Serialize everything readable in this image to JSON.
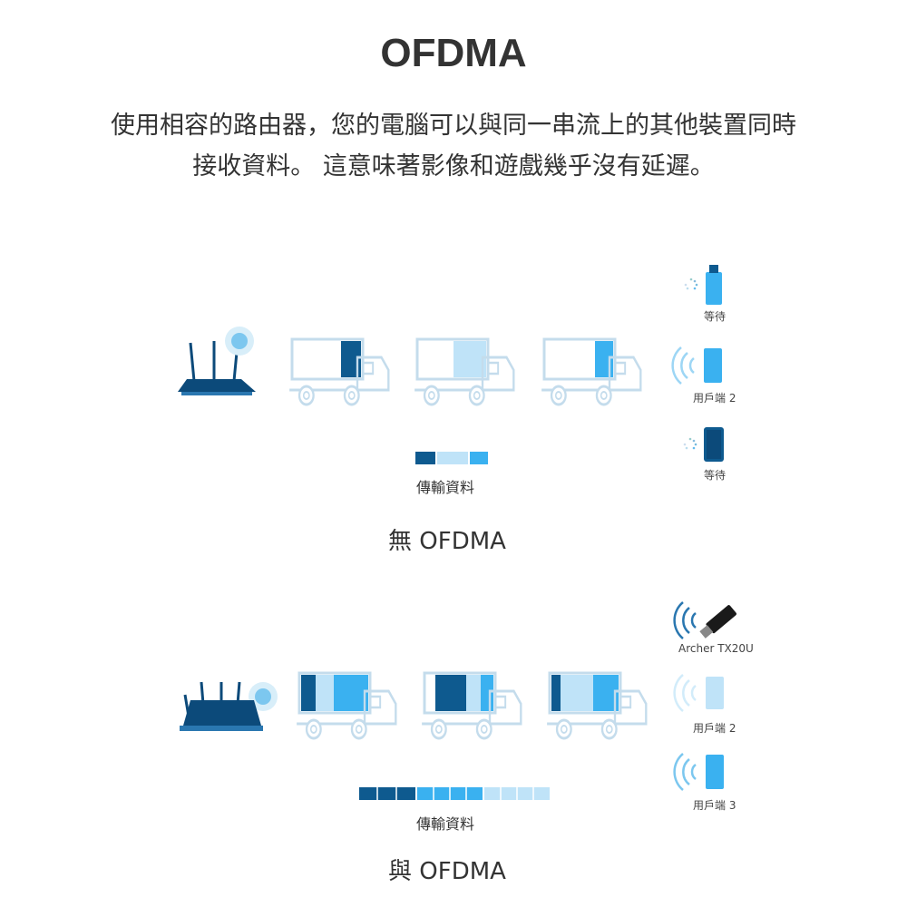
{
  "header": {
    "title": "OFDMA",
    "intro_line1": "使用相容的路由器，您的電腦可以與同一串流上的其他裝置同時",
    "intro_line2": "接收資料。 這意味著影像和遊戲幾乎沒有延遲。"
  },
  "without_ofdma": {
    "caption": "無 OFDMA",
    "data_label": "傳輸資料",
    "clients": [
      {
        "label": "等待",
        "state": "waiting"
      },
      {
        "label": "用戶端 2",
        "state": "receiving"
      },
      {
        "label": "等待",
        "state": "waiting"
      }
    ]
  },
  "with_ofdma": {
    "caption": "與 OFDMA",
    "data_label": "傳輸資料",
    "clients": [
      {
        "label": "Archer TX20U",
        "state": "receiving"
      },
      {
        "label": "用戶端 2",
        "state": "receiving"
      },
      {
        "label": "用戶端 3",
        "state": "receiving"
      }
    ]
  },
  "colors": {
    "dark_blue": "#0e5a8f",
    "mid_blue": "#3ab1f0",
    "light_blue": "#bfe3f8",
    "truck_outline": "#c4dcec",
    "router": "#0c4a7a"
  }
}
